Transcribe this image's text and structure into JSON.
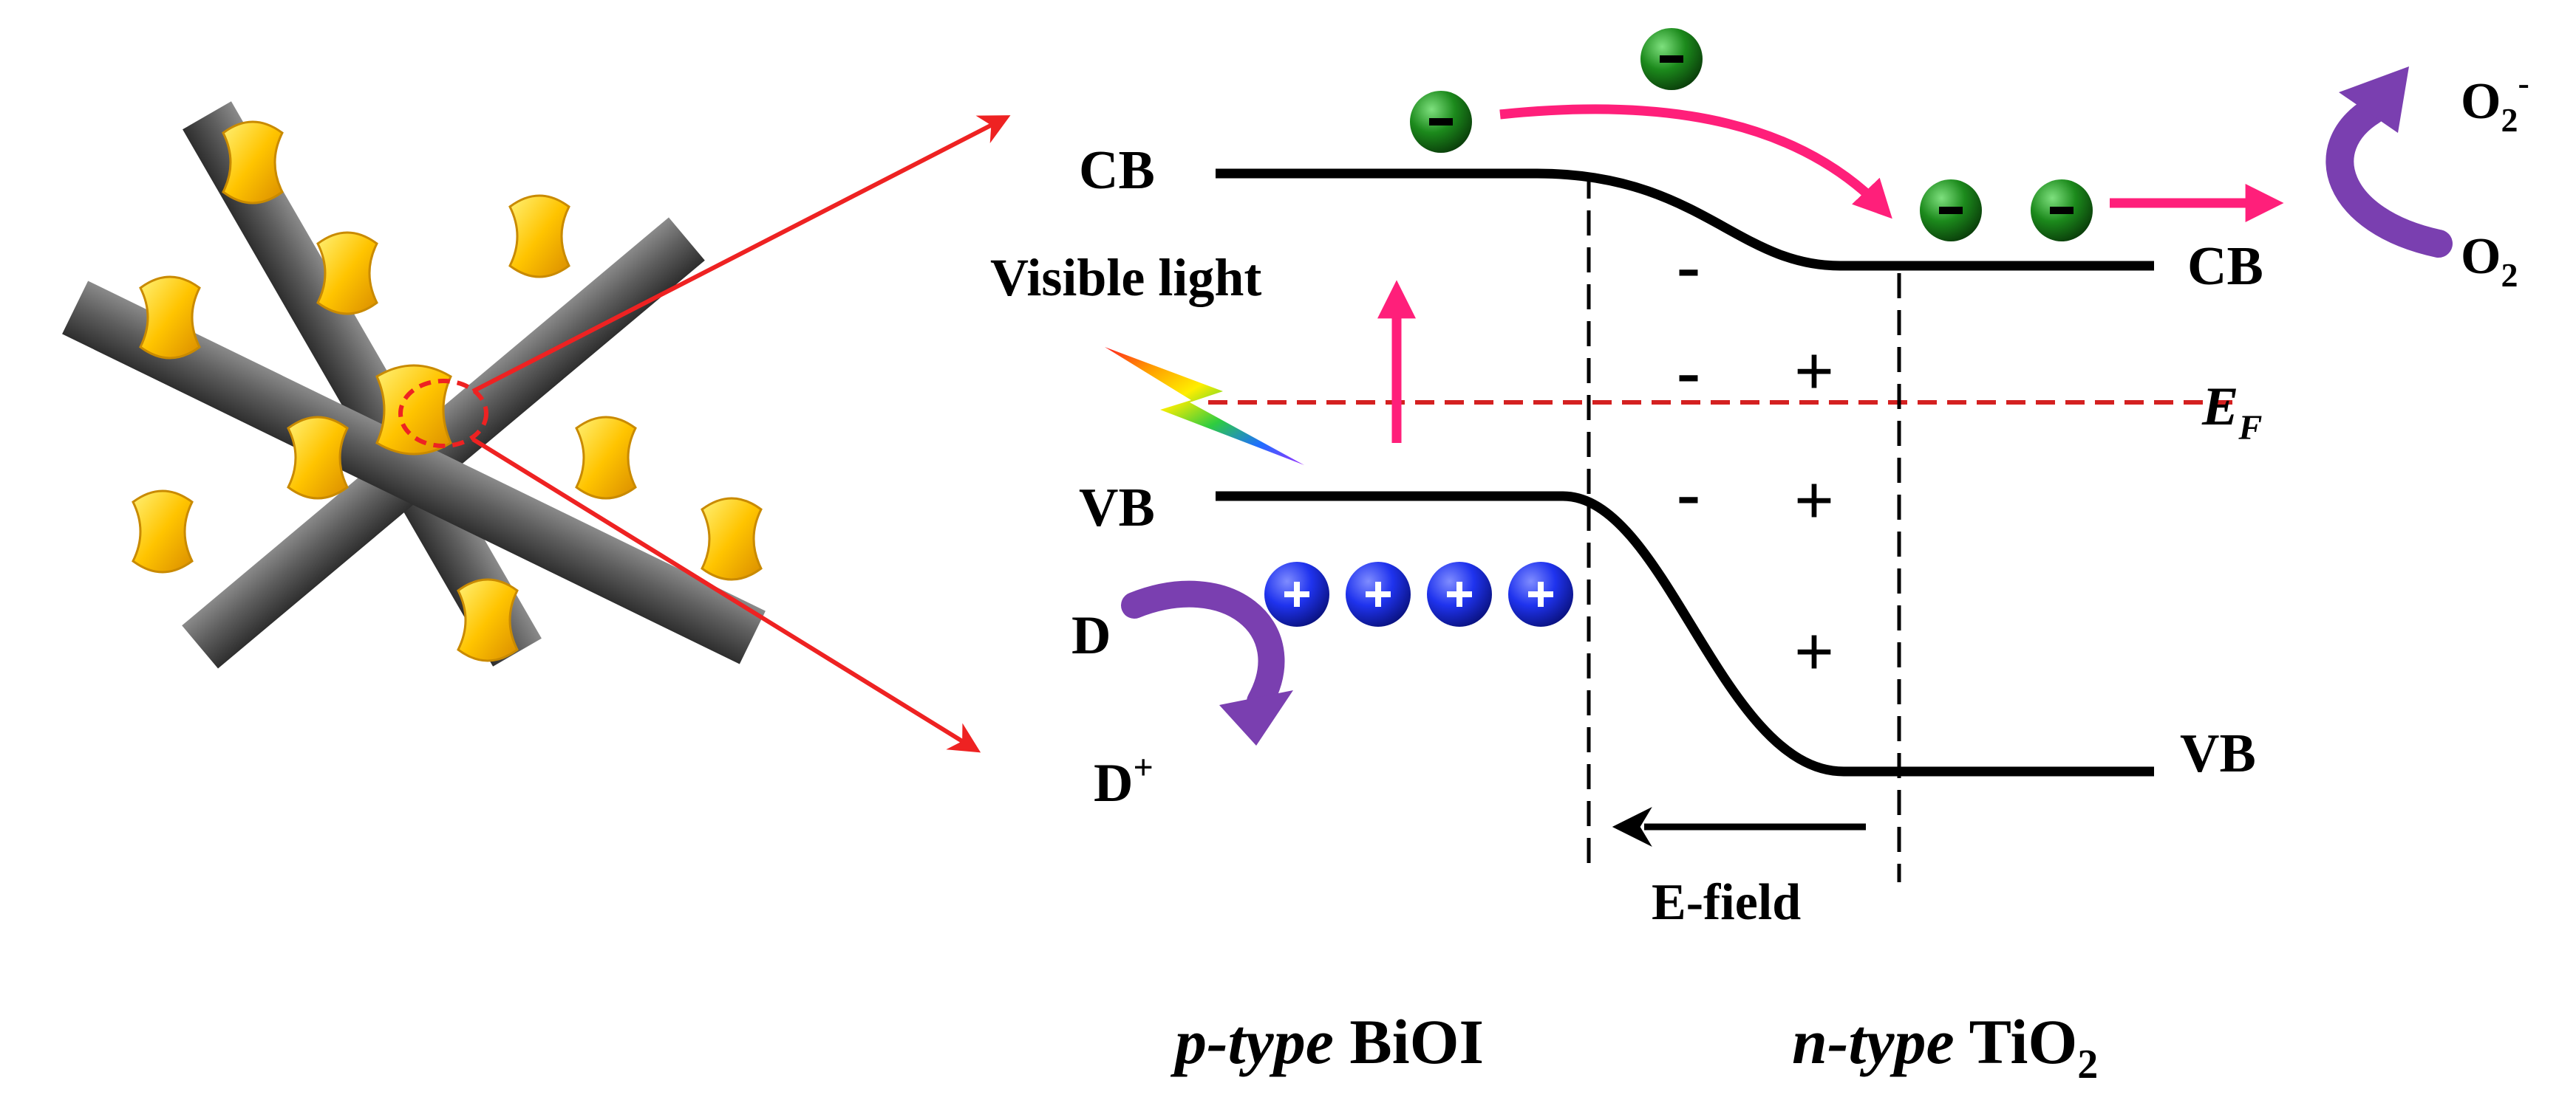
{
  "labels": {
    "cb_left": "CB",
    "vb_left": "VB",
    "cb_right": "CB",
    "vb_right": "VB",
    "visible_light": "Visible light",
    "fermi_main": "E",
    "fermi_sub": "F",
    "e_field": "E-field",
    "donor": "D",
    "donor_ox_main": "D",
    "donor_ox_sup": "+",
    "o2_main": "O",
    "o2_sub": "2",
    "o2rad_main": "O",
    "o2rad_sub": "2",
    "o2rad_sup": "-",
    "p_type_prefix": "p-type",
    "p_type_material": "BiOI",
    "n_type_prefix": "n-type",
    "n_type_material_main": "TiO",
    "n_type_material_sub": "2"
  },
  "symbols": {
    "minus": "-",
    "plus": "+"
  },
  "colors": {
    "band_line": "#000000",
    "fermi_line": "#d42020",
    "pointer_arrow": "#ee2222",
    "electron_arrow": "#ff1f7a",
    "redox_arrow": "#7a3fb0",
    "electron": "#137a13",
    "hole": "#1a2fe0",
    "rod": "#5c5c5c",
    "nanoparticle": "#f2b400"
  }
}
